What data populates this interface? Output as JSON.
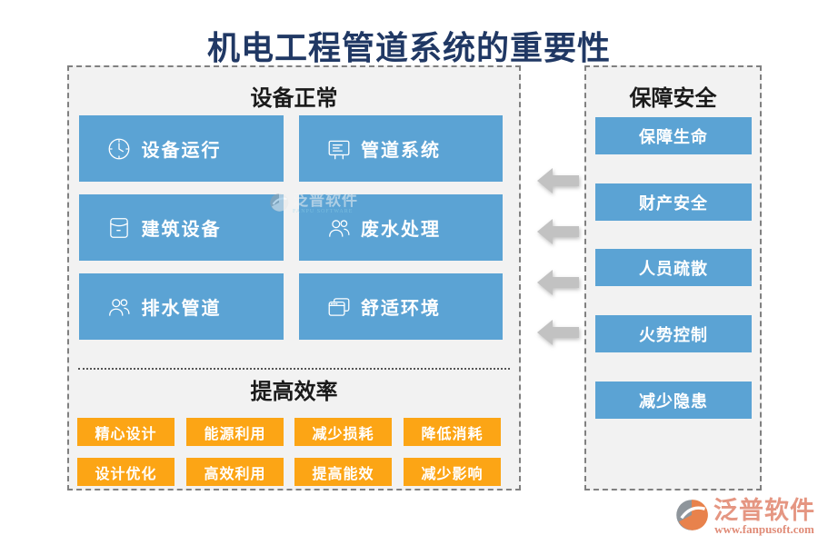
{
  "title": "机电工程管道系统的重要性",
  "colors": {
    "title": "#203864",
    "blue_button": "#5BA3D4",
    "orange_button": "#FCA515",
    "panel_background": "#F2F2F2",
    "arrow": "#C2C2C2",
    "logo_text": "#E59682"
  },
  "left_panel": {
    "header": "设备正常",
    "buttons": [
      {
        "label": "设备运行",
        "icon": "clock-icon"
      },
      {
        "label": "管道系统",
        "icon": "form-list-icon"
      },
      {
        "label": "建筑设备",
        "icon": "envelope-icon"
      },
      {
        "label": "废水处理",
        "icon": "users-icon"
      },
      {
        "label": "排水管道",
        "icon": "users-icon"
      },
      {
        "label": "舒适环境",
        "icon": "overlap-windows-icon"
      }
    ],
    "efficiency_header": "提高效率",
    "efficiency_buttons": [
      "精心设计",
      "能源利用",
      "减少损耗",
      "降低消耗",
      "设计优化",
      "高效利用",
      "提高能效",
      "减少影响"
    ]
  },
  "right_panel": {
    "header": "保障安全",
    "buttons": [
      "保障生命",
      "财产安全",
      "人员疏散",
      "火势控制",
      "减少隐患"
    ]
  },
  "watermark": {
    "name": "泛普软件",
    "subtext": "FANPU SOFTWARE"
  },
  "logo": {
    "name": "泛普软件",
    "url": "www.fanpusoft.com"
  }
}
